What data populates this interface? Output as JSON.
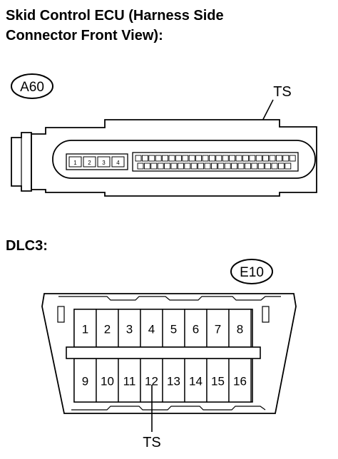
{
  "heading": {
    "line1": "Skid Control ECU (Harness Side",
    "line2": "Connector Front View):"
  },
  "ecu_connector": {
    "code": "A60",
    "callout": "TS",
    "small_pins": [
      "1",
      "2",
      "3",
      "4"
    ]
  },
  "dlc3": {
    "title": "DLC3:",
    "code": "E10",
    "callout": "TS",
    "top_row": [
      "1",
      "2",
      "3",
      "4",
      "5",
      "6",
      "7",
      "8"
    ],
    "bottom_row": [
      "9",
      "10",
      "11",
      "12",
      "13",
      "14",
      "15",
      "16"
    ]
  }
}
